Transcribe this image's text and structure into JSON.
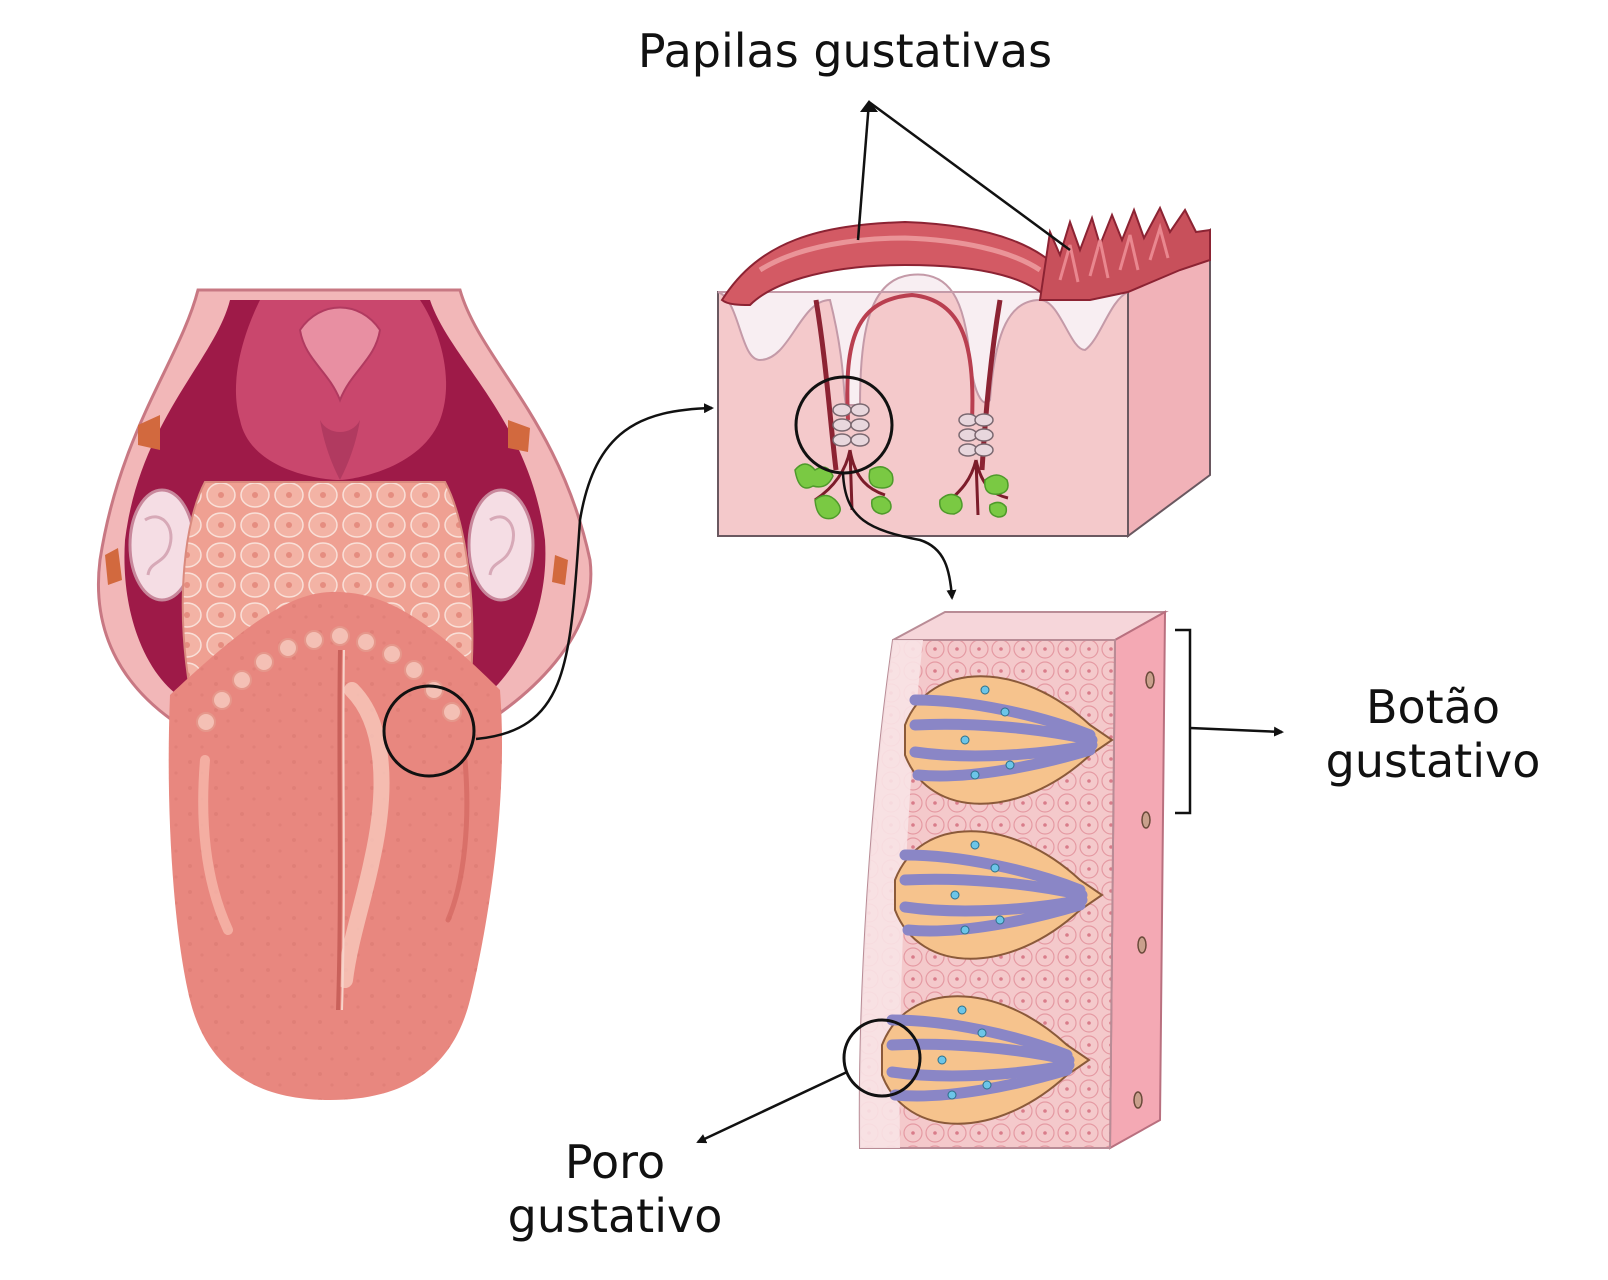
{
  "labels": {
    "papilas": "Papilas gustativas",
    "botao_line1": "Botão",
    "botao_line2": "gustativo",
    "poro_line1": "Poro",
    "poro_line2": "gustativo"
  },
  "colors": {
    "skin": "#f2b7b8",
    "throat": "#9e1a48",
    "tongue": "#e8877f",
    "tongue_light": "#f4b0a6",
    "tissue": "#f4c9cb",
    "papilla": "#c64a57",
    "nerve_green": "#7ac943",
    "bud_orange": "#f6c38d",
    "bud_purple": "#8a86c6",
    "pore_blue": "#6cc5e8"
  },
  "icons": {
    "tongue": "tongue-illustration",
    "papillae": "papillae-block-illustration",
    "taste_buds": "taste-bud-block-illustration"
  }
}
